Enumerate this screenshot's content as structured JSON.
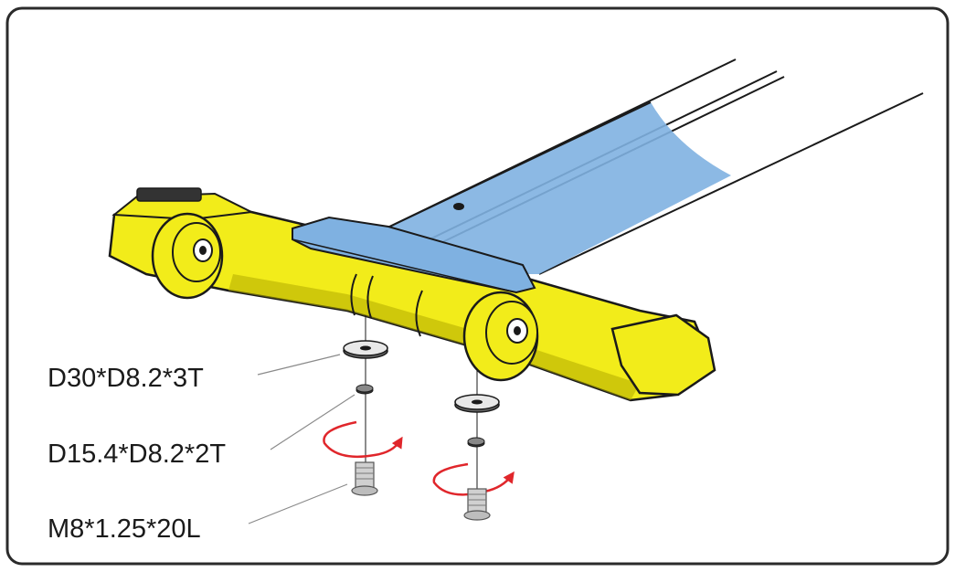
{
  "colors": {
    "frame": "#2b2b2b",
    "crossbar": "#f2ec1a",
    "crossbar_shade": "#b3ac00",
    "plate": "#7fb1e1",
    "outline": "#1a1a1a",
    "arrow": "#e0262b",
    "bolt": "#d0d0d0",
    "leader": "#8a8a8a"
  },
  "labels": {
    "washer_large": "D30*D8.2*3T",
    "washer_small": "D15.4*D8.2*2T",
    "bolt": "M8*1.25*20L"
  },
  "icons": {
    "rotate_arrow": "clockwise-tighten-arrow-icon"
  }
}
